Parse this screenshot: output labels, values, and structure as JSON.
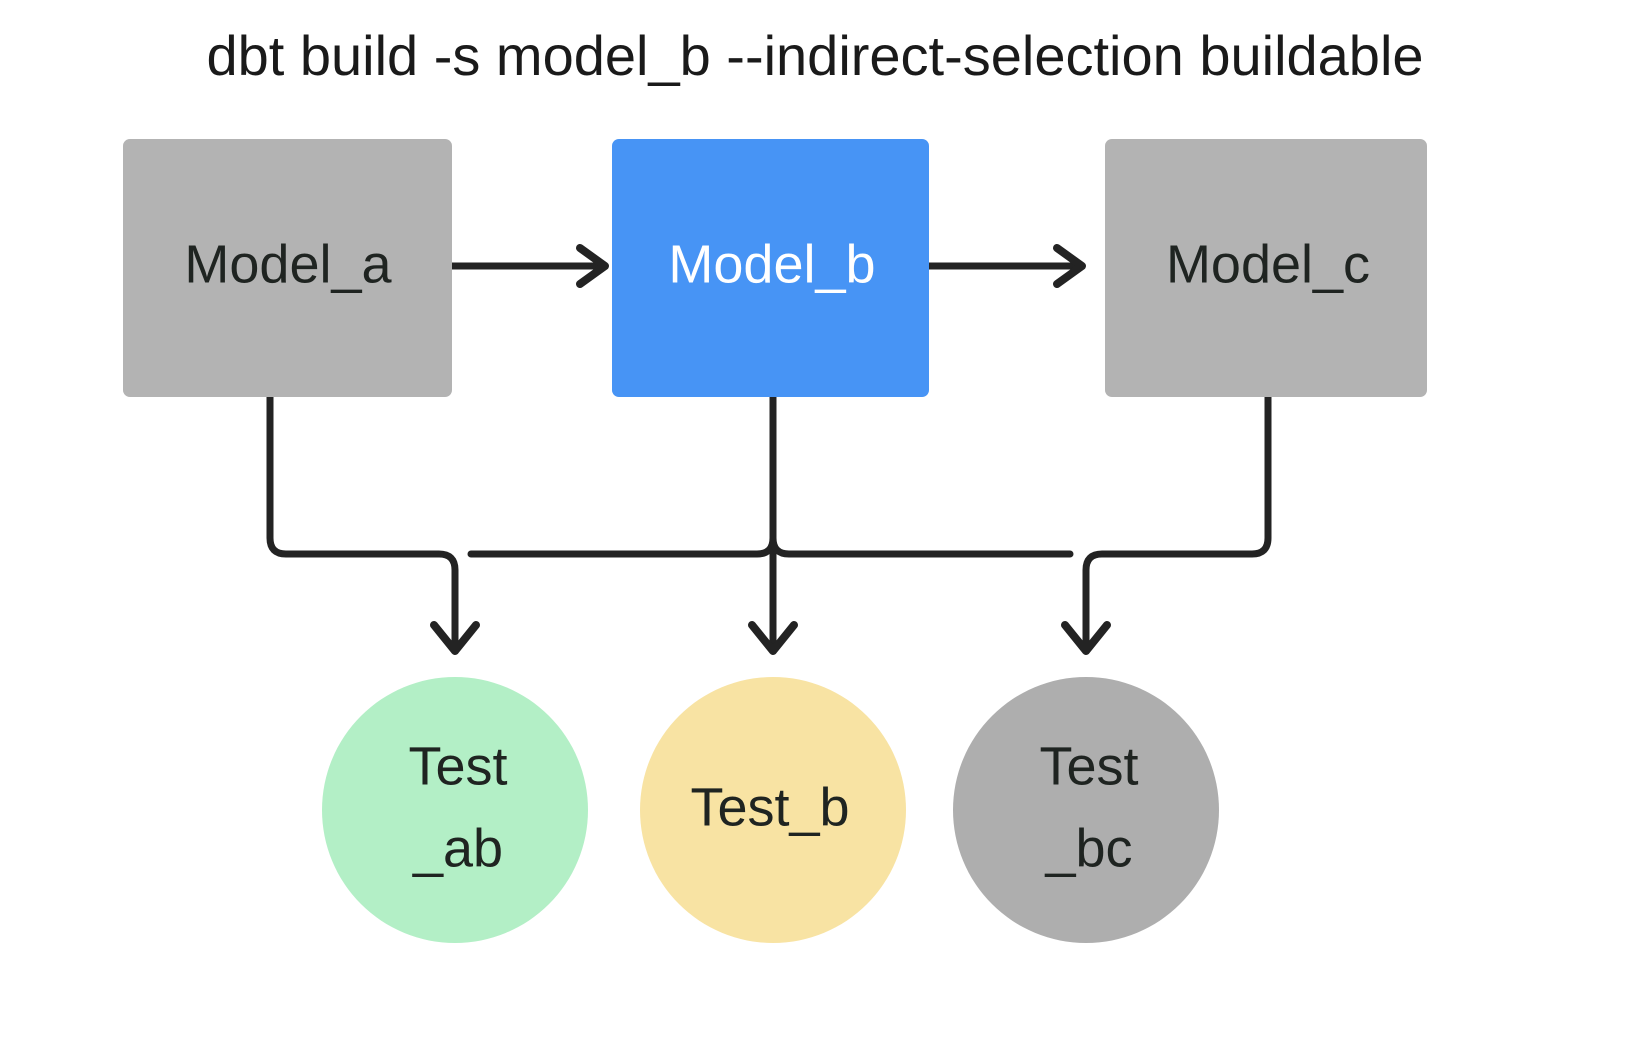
{
  "diagram": {
    "title": "dbt build -s model_b --indirect-selection buildable",
    "background_color": "#ffffff",
    "edge_color": "#232323",
    "colors": {
      "gray": "#b3b3b3",
      "blue": "#4794f5",
      "green": "#b3efc6",
      "yellow": "#f8e3a3",
      "gray_circle": "#aeaeae",
      "text_dark": "#1f2421",
      "text_light": "#ffffff"
    },
    "models": [
      {
        "id": "model_a",
        "label": "Model_a",
        "shape": "rectangle",
        "fill": "#b3b3b3",
        "text_color": "#1f2421",
        "selected": false
      },
      {
        "id": "model_b",
        "label": "Model_b",
        "shape": "rectangle",
        "fill": "#4794f5",
        "text_color": "#ffffff",
        "selected": true
      },
      {
        "id": "model_c",
        "label": "Model_c",
        "shape": "rectangle",
        "fill": "#b3b3b3",
        "text_color": "#1f2421",
        "selected": false
      }
    ],
    "tests": [
      {
        "id": "test_ab",
        "label_line1": "Test",
        "label_line2": "_ab",
        "shape": "circle",
        "fill": "#b3efc6",
        "text_color": "#1f2421"
      },
      {
        "id": "test_b",
        "label_line1": "Test_b",
        "label_line2": "",
        "shape": "circle",
        "fill": "#f8e3a3",
        "text_color": "#1f2421"
      },
      {
        "id": "test_bc",
        "label_line1": "Test",
        "label_line2": "_bc",
        "shape": "circle",
        "fill": "#aeaeae",
        "text_color": "#1f2421"
      }
    ],
    "edges": [
      {
        "id": "edge-a-to-b",
        "from": "model_a",
        "to": "model_b",
        "style": "arrow-right"
      },
      {
        "id": "edge-b-to-c",
        "from": "model_b",
        "to": "model_c",
        "style": "arrow-right"
      },
      {
        "id": "edge-a-to-test-ab",
        "from": "model_a",
        "to": "test_ab",
        "style": "elbow-down"
      },
      {
        "id": "edge-b-to-test-ab",
        "from": "model_b",
        "to": "test_ab",
        "style": "elbow-down"
      },
      {
        "id": "edge-b-to-test-b",
        "from": "model_b",
        "to": "test_b",
        "style": "straight-down"
      },
      {
        "id": "edge-b-to-test-bc",
        "from": "model_b",
        "to": "test_bc",
        "style": "elbow-down"
      },
      {
        "id": "edge-c-to-test-bc",
        "from": "model_c",
        "to": "test_bc",
        "style": "elbow-down"
      }
    ]
  }
}
